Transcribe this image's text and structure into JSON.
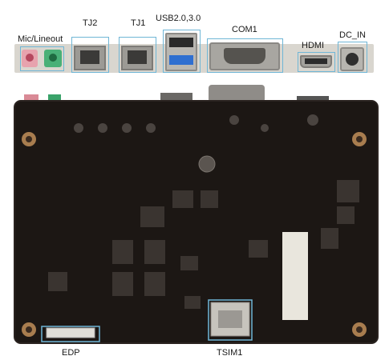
{
  "labels": {
    "mic_lineout": "Mic/Lineout",
    "tj2": "TJ2",
    "tj1": "TJ1",
    "usb": "USB2.0,3.0",
    "com1": "COM1",
    "hdmi": "HDMI",
    "dc_in": "DC_IN",
    "edp": "EDP",
    "tsim1": "TSIM1"
  },
  "colors": {
    "highlight": "#6fb6d6",
    "board": "#1c1714",
    "board_edge": "#2a2320",
    "mic_jack": "#e48a9a",
    "lineout_jack": "#3aa36a",
    "usb3_blue": "#2f6fd0"
  }
}
